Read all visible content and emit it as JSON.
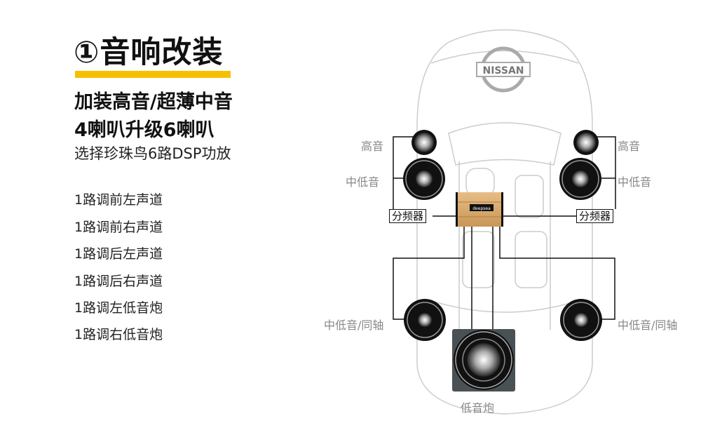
{
  "header": {
    "title": "①音响改装",
    "line1": "加装高音/超薄中音",
    "line2": "4喇叭升级6喇叭",
    "line3": "选择珍珠鸟6路DSP功放"
  },
  "channels": [
    "1路调前左声道",
    "1路调前右声道",
    "1路调后左声道",
    "1路调后右声道",
    "1路调左低音炮",
    "1路调右低音炮"
  ],
  "diagram": {
    "brand_logo": "NISSAN",
    "amp_brand": "deepsea",
    "labels": {
      "tweeter_left": "高音",
      "tweeter_right": "高音",
      "mid_left": "中低音",
      "mid_right": "中低音",
      "crossover_left": "分频器",
      "crossover_right": "分频器",
      "rear_left": "中低音/同轴",
      "rear_right": "中低音/同轴",
      "subwoofer": "低音炮"
    }
  },
  "colors": {
    "accent": "#f5c000",
    "amp": "#d9a86a"
  }
}
